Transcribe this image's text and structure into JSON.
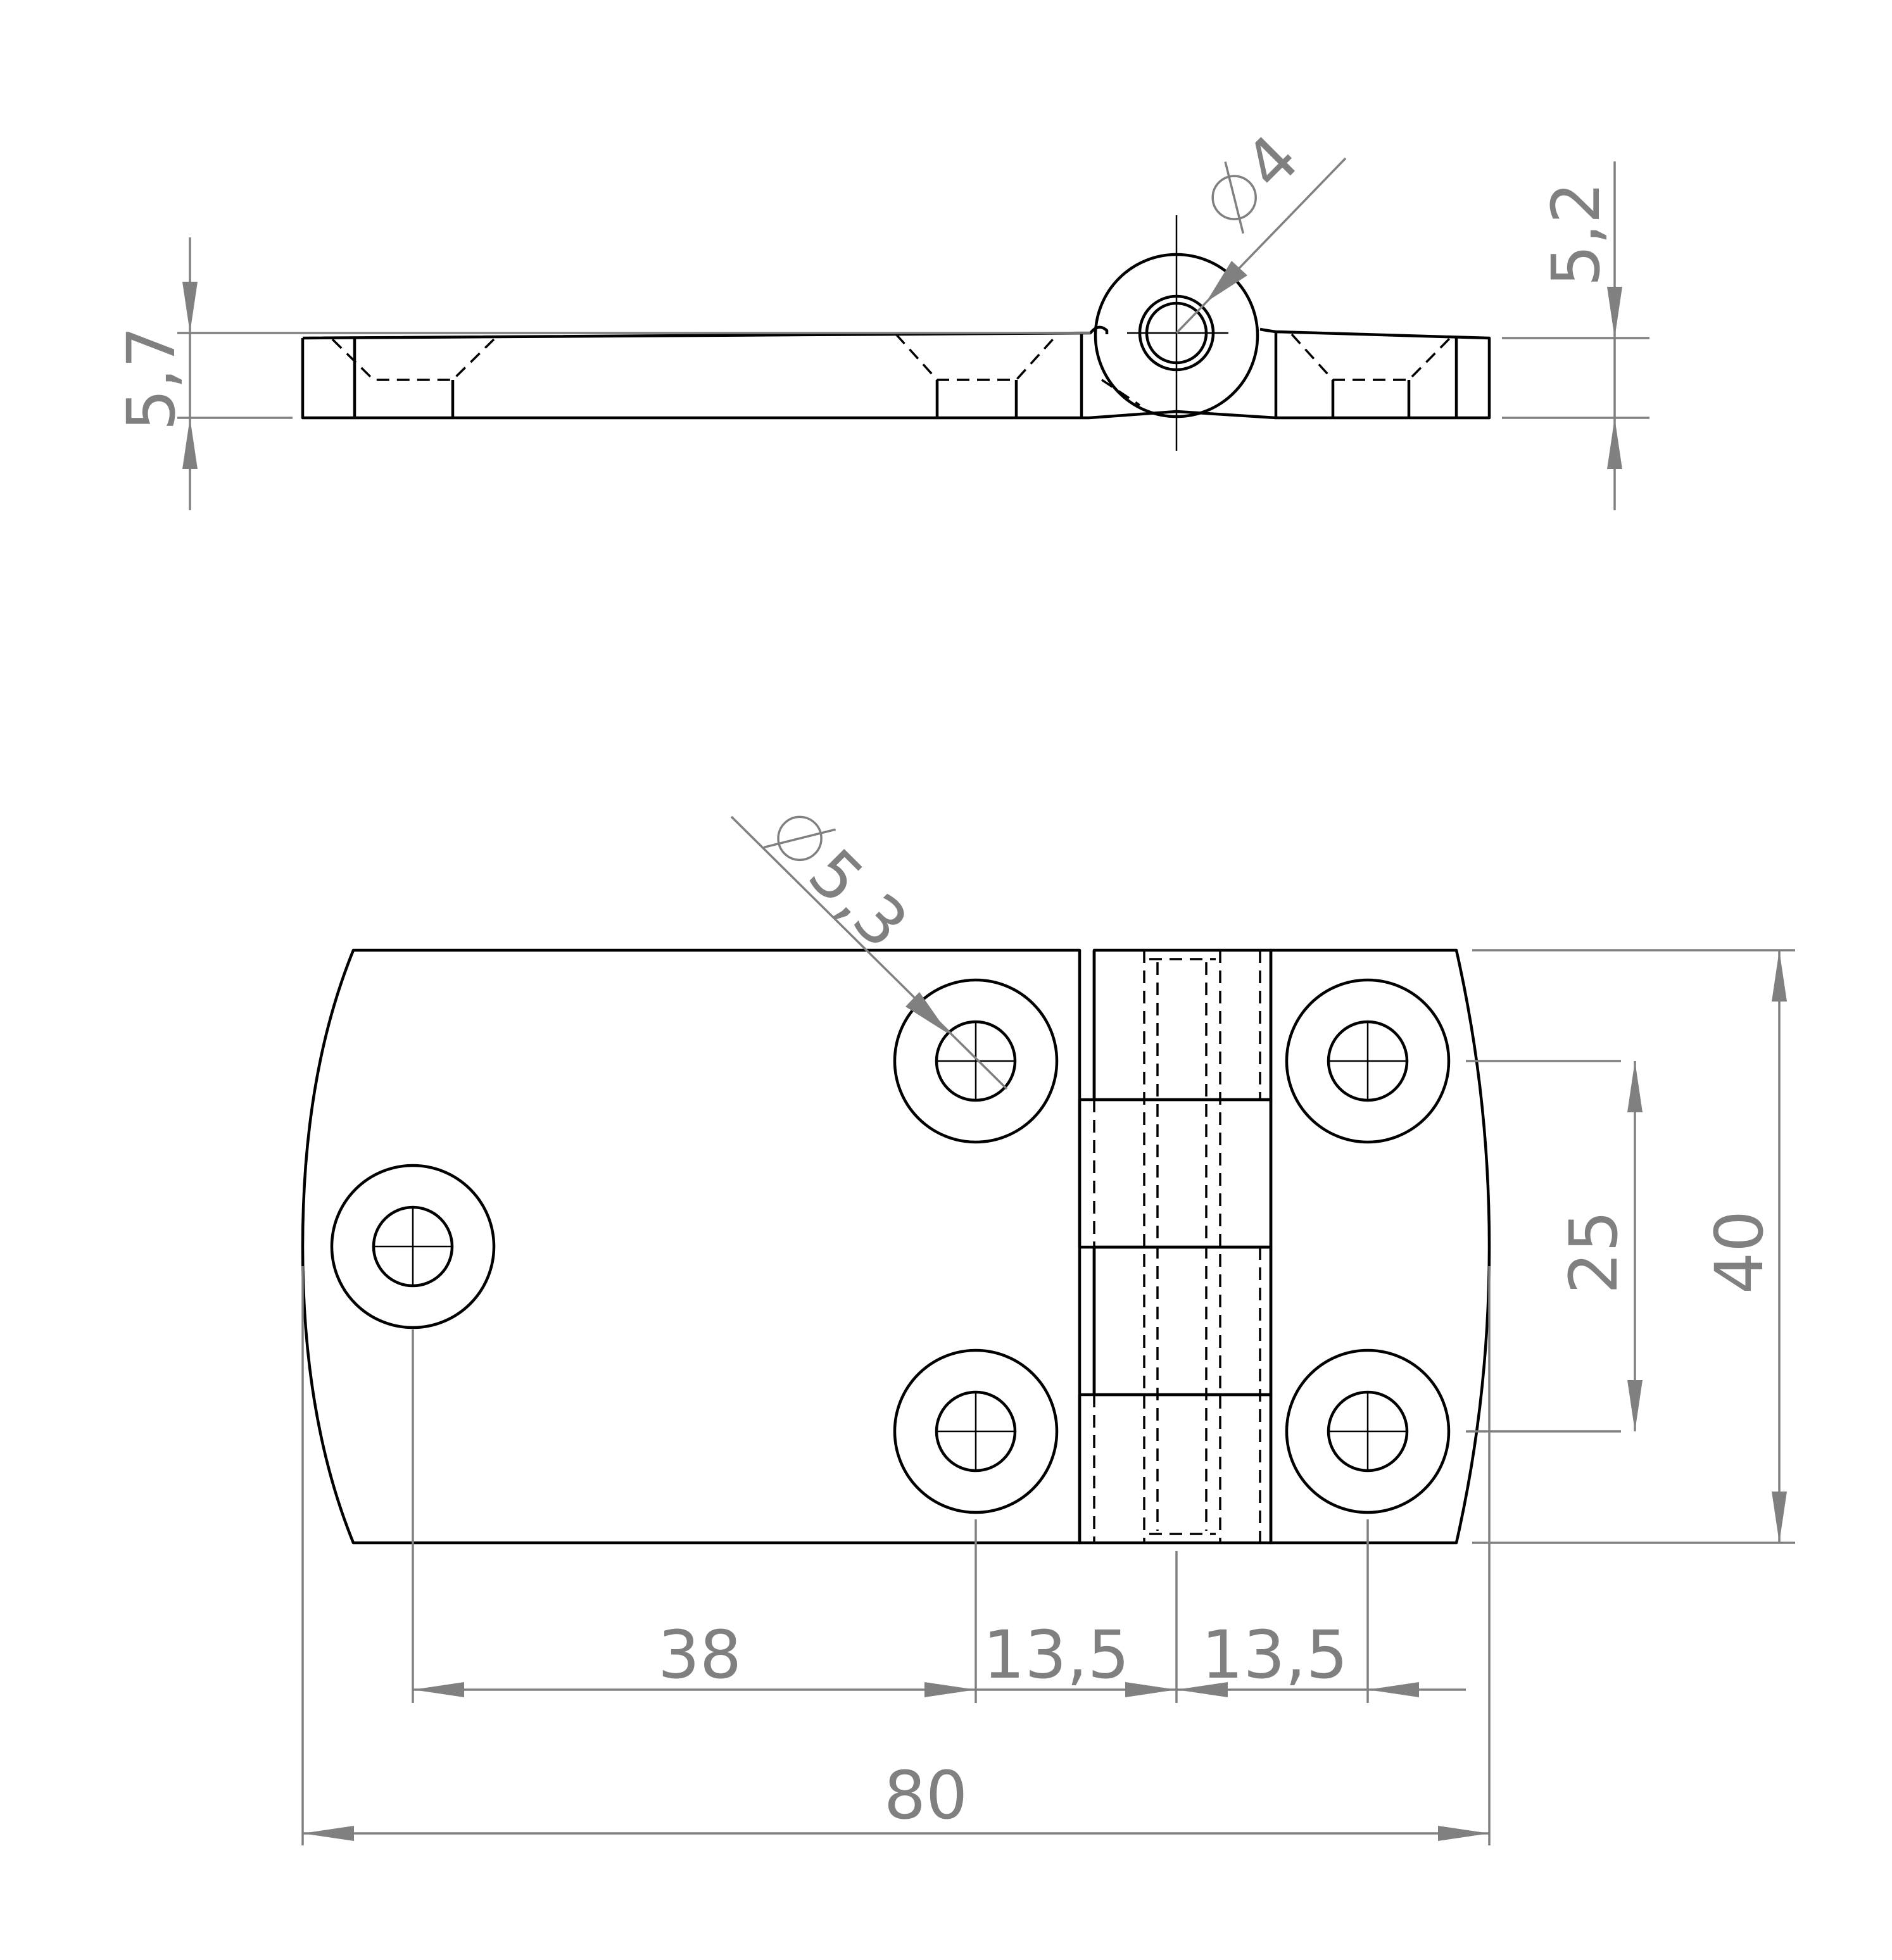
{
  "diagram": {
    "type": "engineering-drawing",
    "subject": "hinge",
    "views": [
      "side",
      "top"
    ],
    "line_color": "#000000",
    "dimension_color": "#808080",
    "dimensions": {
      "side_thickness": "5,7",
      "knuckle_height": "5,2",
      "pin_diameter": "4",
      "hole_diameter": "5,3",
      "hole_offset_left": "38",
      "hole_offset_mid_left": "13,5",
      "hole_offset_mid_right": "13,5",
      "overall_length": "80",
      "hole_spacing": "25",
      "overall_width": "40"
    },
    "symbols": {
      "diameter": "diameter-symbol-icon"
    }
  }
}
